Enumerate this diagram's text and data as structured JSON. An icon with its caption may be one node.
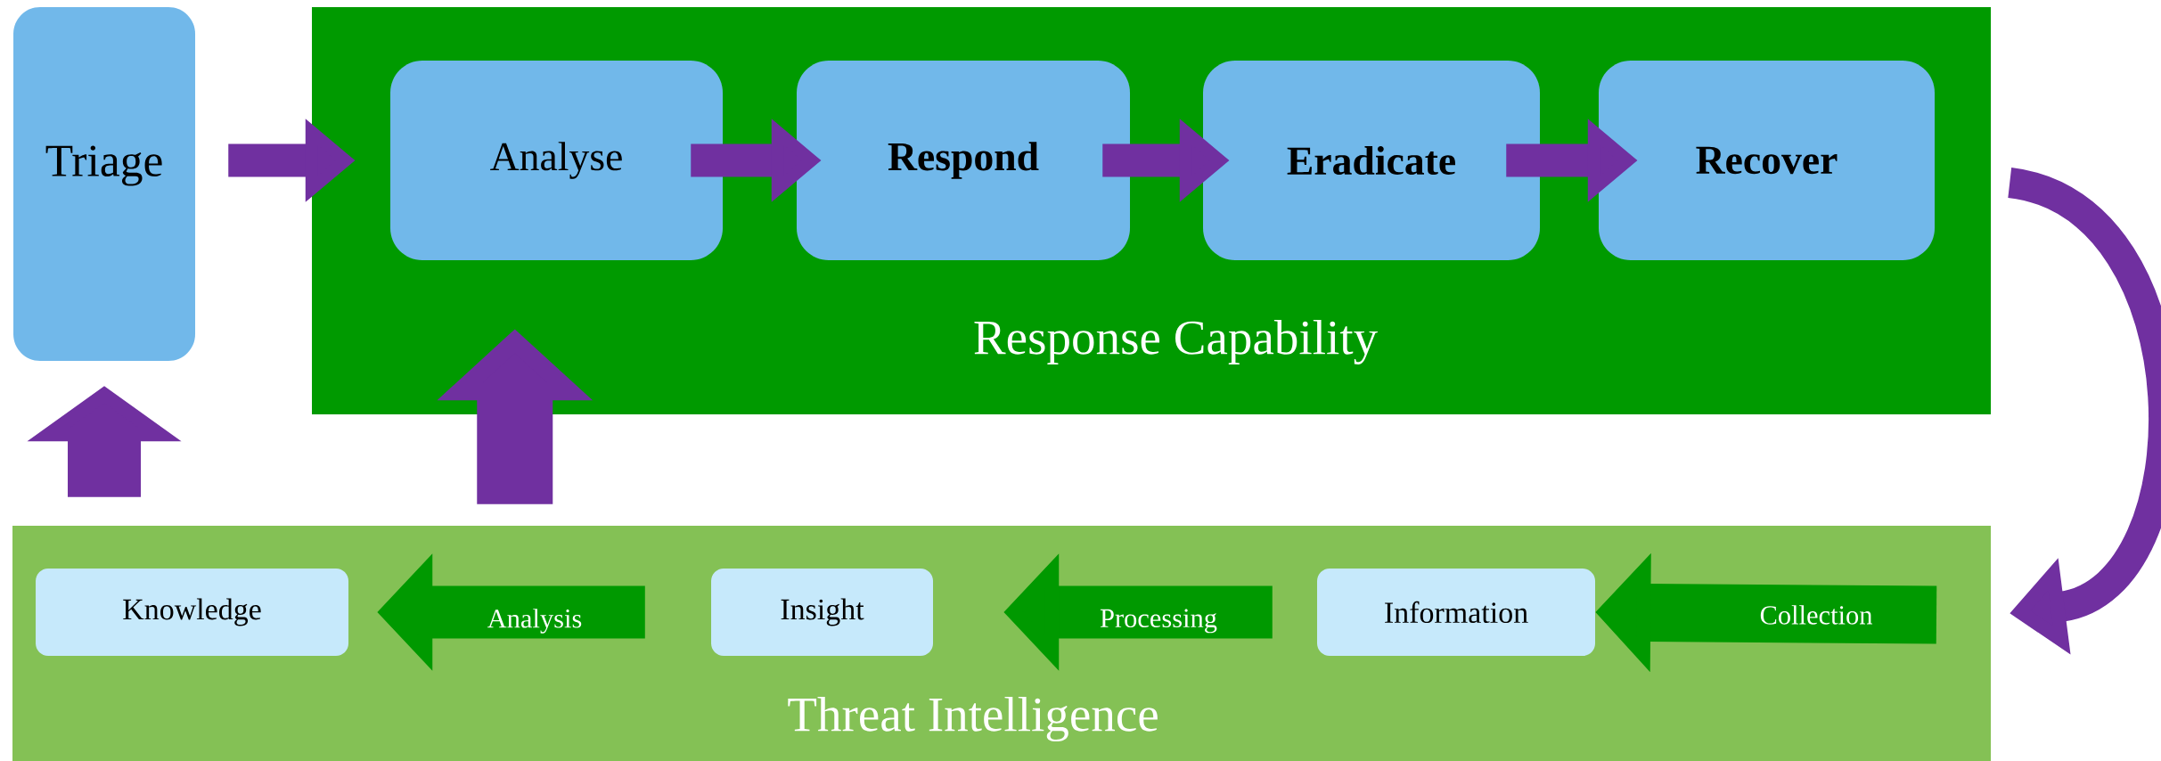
{
  "diagram": {
    "nodes": [
      {
        "text": [
          "Response Capability"
        ]
      },
      {
        "text": [
          "Triage"
        ]
      },
      {
        "text": [
          "Analyse"
        ],
        "in": 0
      },
      {
        "text": [
          "Respond"
        ],
        "in": 0
      },
      {
        "text": [
          "Eradicate"
        ],
        "in": 0
      },
      {
        "text": [
          "Recover"
        ],
        "in": 0
      },
      {
        "text": [
          "Threat Intelligence"
        ]
      },
      {
        "text": [
          "Knowledge"
        ],
        "in": 6
      },
      {
        "text": [
          "Insight"
        ],
        "in": 6
      },
      {
        "text": [
          "Information"
        ],
        "in": 6
      }
    ],
    "edges": [
      {
        "from": 1,
        "to": 2,
        "arrow": "to"
      },
      {
        "from": 2,
        "to": 3,
        "arrow": "to"
      },
      {
        "from": 3,
        "to": 4,
        "arrow": "to"
      },
      {
        "from": 4,
        "to": 5,
        "arrow": "to"
      },
      {
        "from": 5,
        "to": 6,
        "arrow": "to"
      },
      {
        "from": 6,
        "to": 1,
        "arrow": "to",
        "style": "thick"
      },
      {
        "from": 6,
        "to": 0,
        "arrow": "to",
        "style": "thick"
      },
      {
        "from": 8,
        "to": 7,
        "arrow": "to",
        "label": "Analysis",
        "color": "#009900"
      },
      {
        "from": 9,
        "to": 8,
        "arrow": "to",
        "label": "Processing",
        "color": "#009900"
      },
      {
        "from": null,
        "to": 9,
        "arrow": "to",
        "label": "Collection",
        "color": "#009900"
      }
    ]
  }
}
